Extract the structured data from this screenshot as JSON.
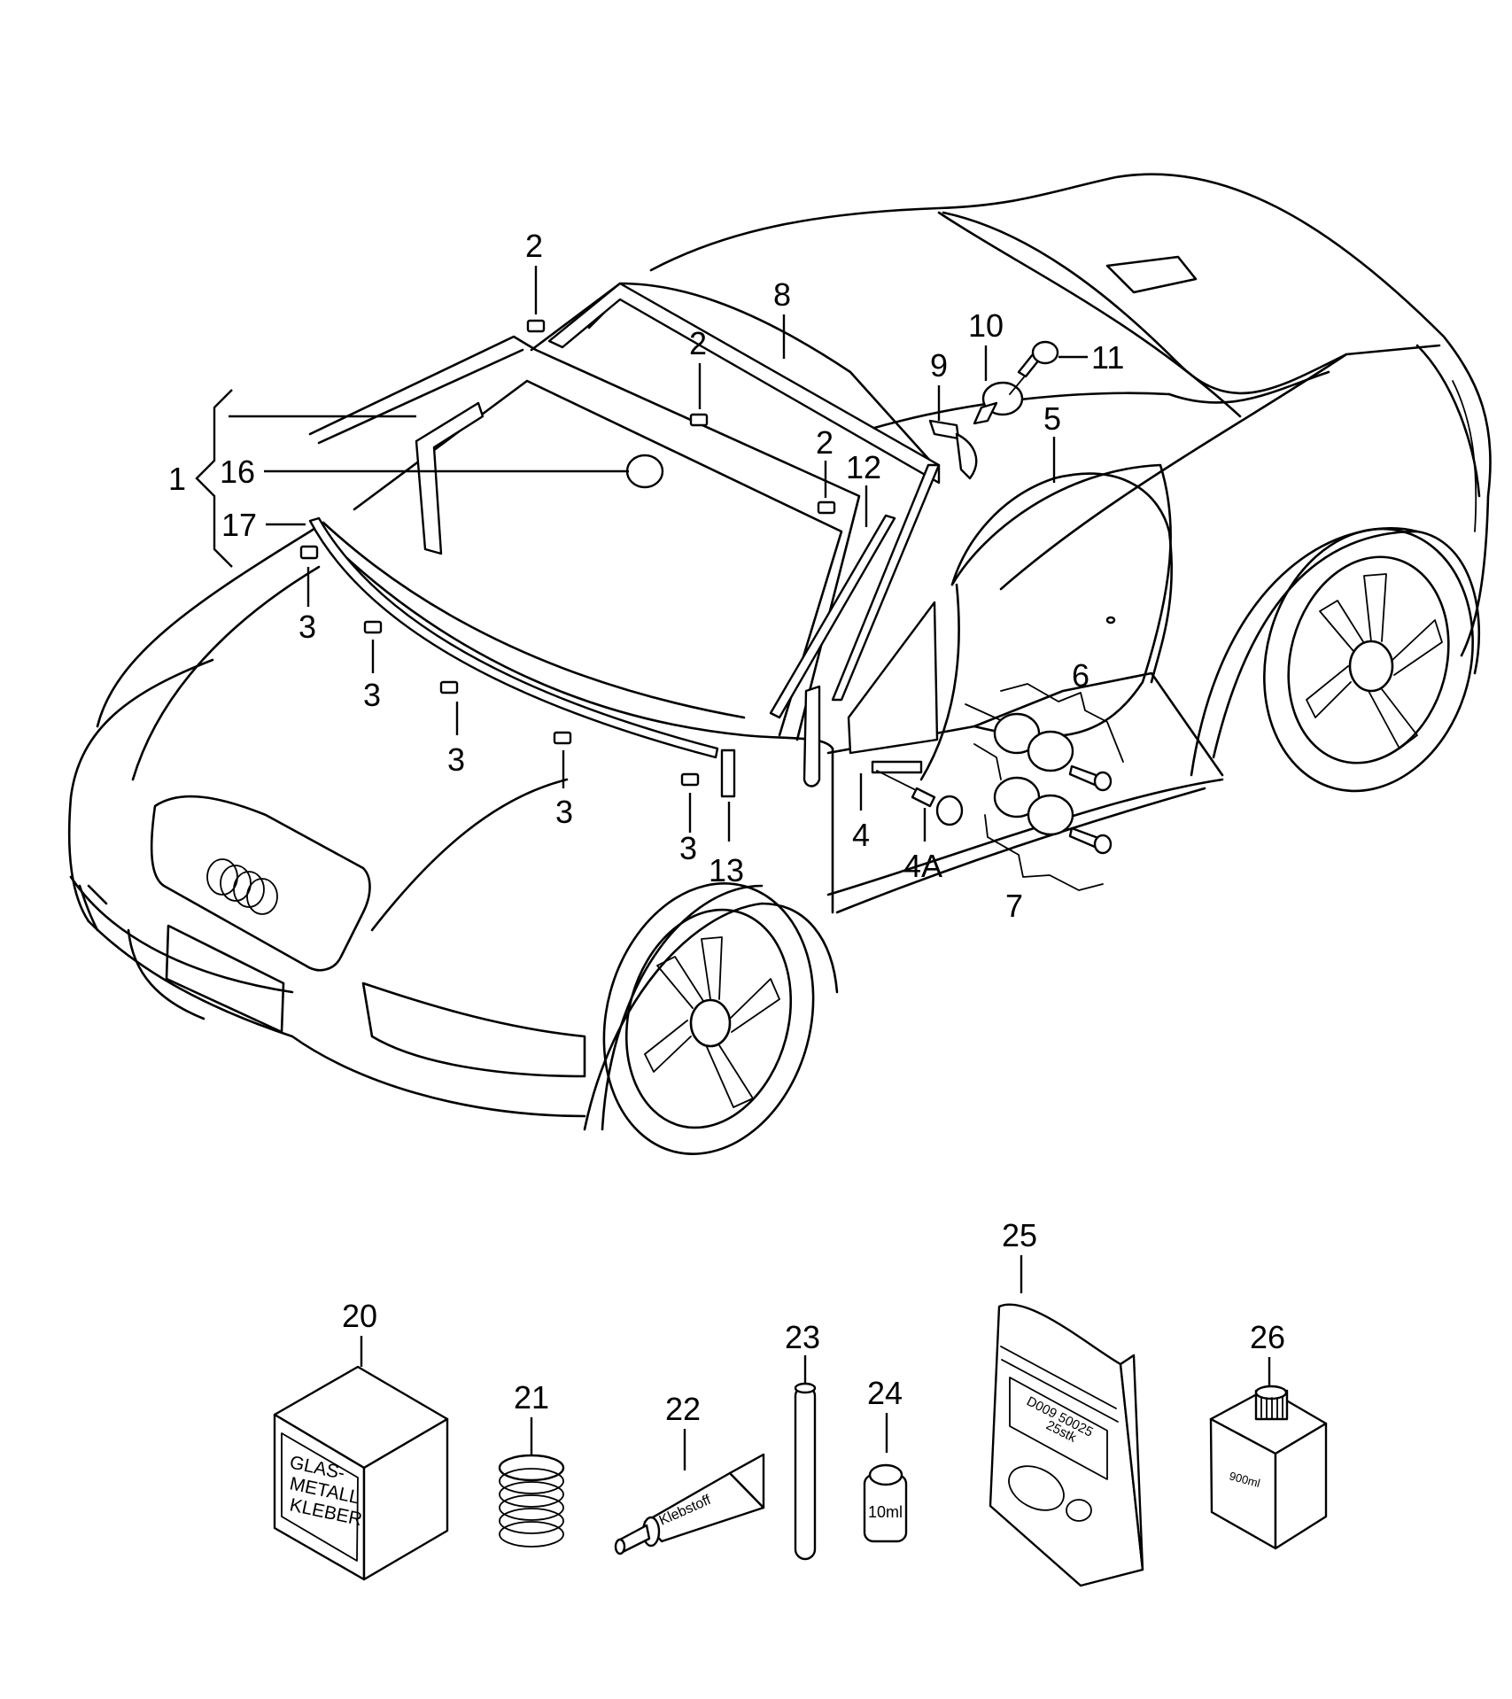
{
  "diagram": {
    "subject": "Audi TT windshield glass parts exploded view",
    "callouts": {
      "c1": "1",
      "c2a": "2",
      "c2b": "2",
      "c2c": "2",
      "c3a": "3",
      "c3b": "3",
      "c3c": "3",
      "c3d": "3",
      "c3e": "3",
      "c4": "4",
      "c4a": "4A",
      "c5": "5",
      "c6": "6",
      "c7": "7",
      "c8": "8",
      "c9": "9",
      "c10": "10",
      "c11": "11",
      "c12": "12",
      "c13": "13",
      "c16": "16",
      "c17": "17",
      "c20": "20",
      "c21": "21",
      "c22": "22",
      "c23": "23",
      "c24": "24",
      "c25": "25",
      "c26": "26"
    },
    "product_labels": {
      "adhesive_box_line1": "GLAS-",
      "adhesive_box_line2": "METALL",
      "adhesive_box_line3": "KLEBER",
      "tube_label": "Klebstoff",
      "small_bottle_label": "10ml",
      "bag_label_line1": "D009 50025",
      "bag_label_line2": "25stk",
      "bottle_label": "900ml"
    }
  }
}
